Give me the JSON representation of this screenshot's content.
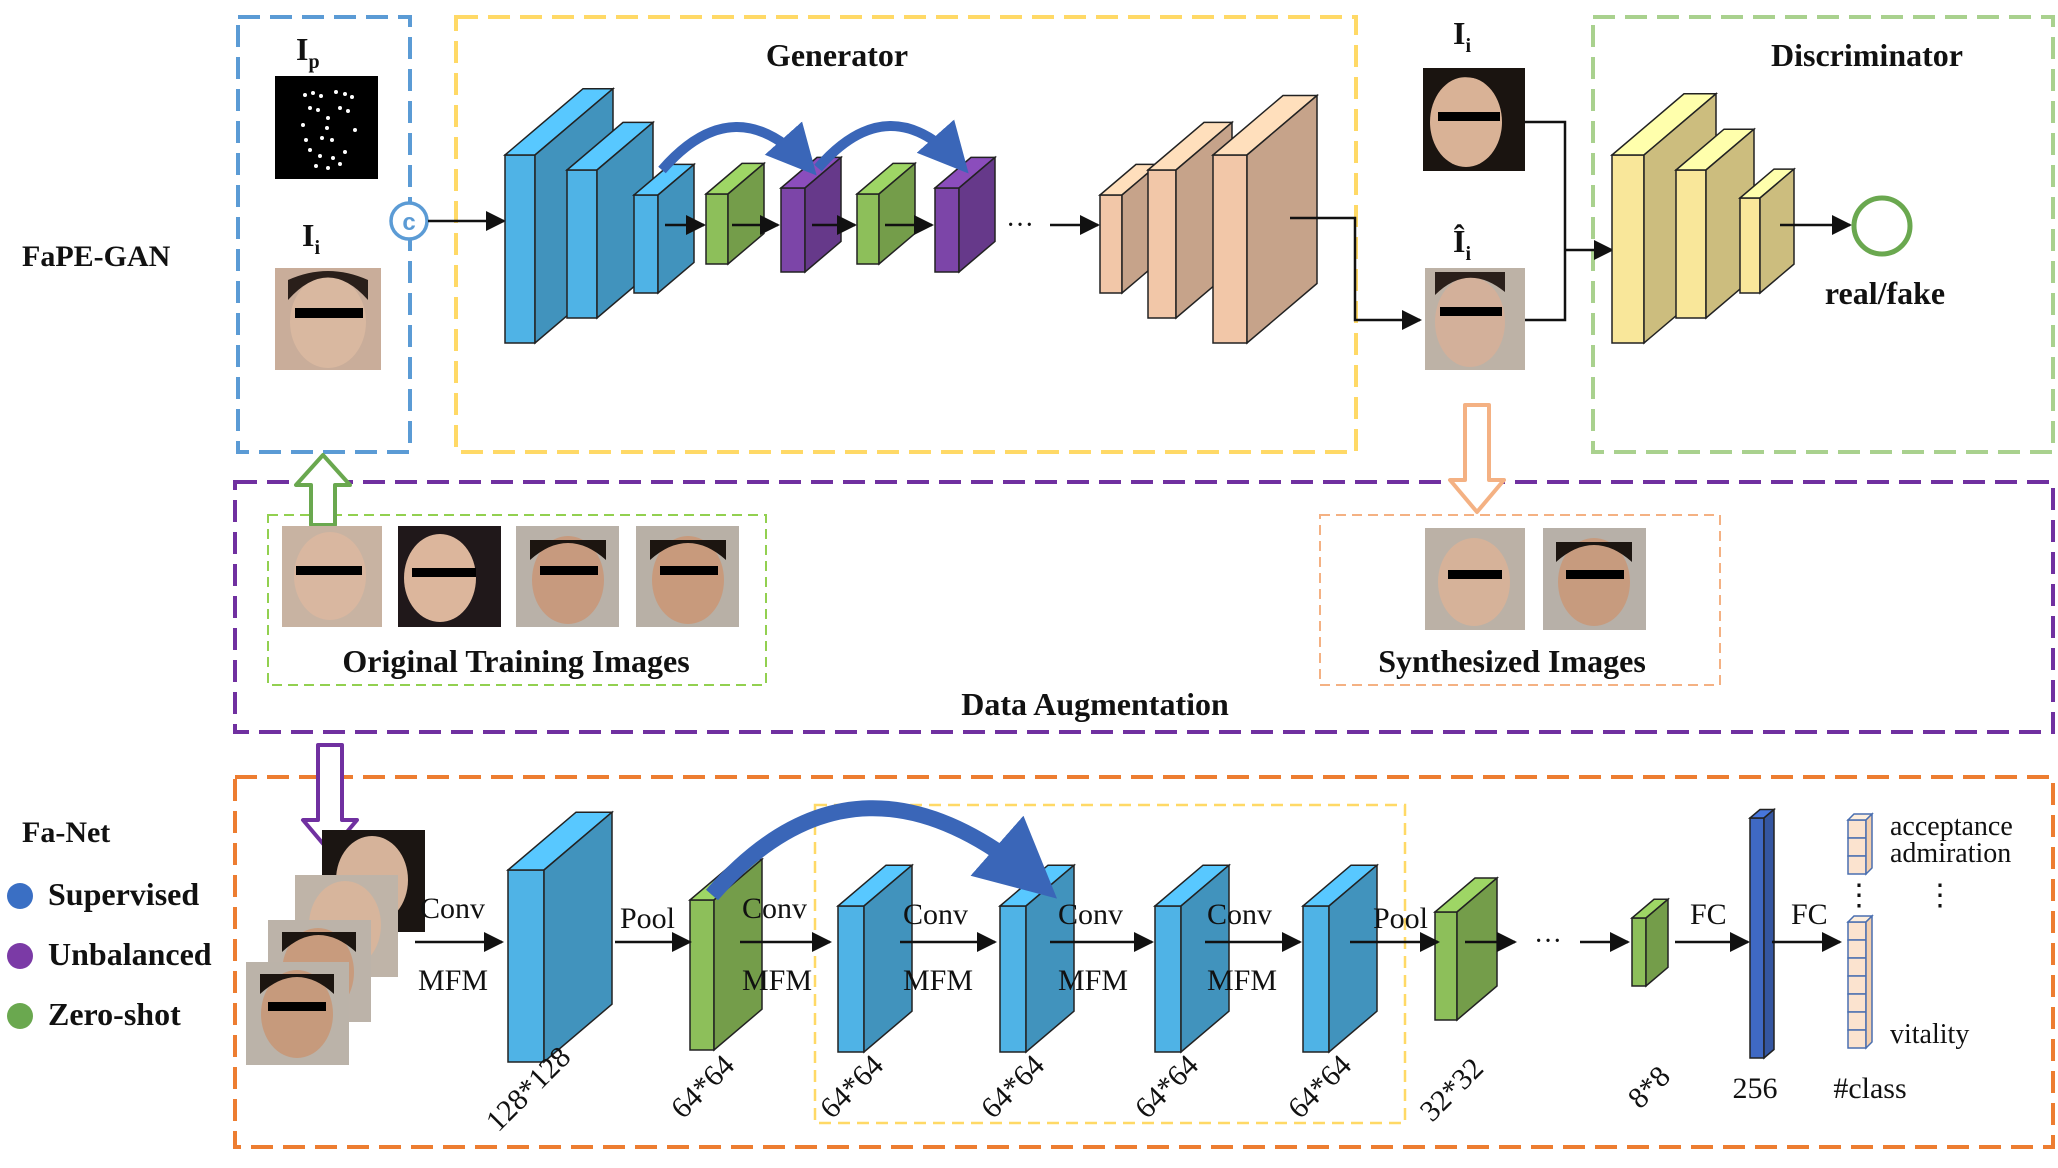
{
  "fape_gan": {
    "title": "FaPE-GAN",
    "input_pose_label": "I",
    "input_pose_sub": "p",
    "input_image_label": "I",
    "input_image_sub": "i",
    "concat_symbol": "c",
    "generator_title": "Generator",
    "ellipsis": "···",
    "real_image_label": "I",
    "real_image_sub": "i",
    "synth_image_label": "Î",
    "synth_image_sub": "i",
    "discriminator_title": "Discriminator",
    "output_label": "real/fake"
  },
  "augmentation": {
    "original_label": "Original Training Images",
    "synthesized_label": "Synthesized Images",
    "title": "Data Augmentation"
  },
  "fa_net": {
    "title": "Fa-Net",
    "legend": [
      {
        "label": "Supervised",
        "color": "#3a6fc4"
      },
      {
        "label": "Unbalanced",
        "color": "#7b3aa6"
      },
      {
        "label": "Zero-shot",
        "color": "#6aa84f"
      }
    ],
    "op_labels": {
      "conv1": "Conv",
      "mfm1": "MFM",
      "pool1": "Pool",
      "conv2": "Conv",
      "mfm2": "MFM",
      "conv3": "Conv",
      "mfm3": "MFM",
      "conv4": "Conv",
      "mfm4": "MFM",
      "conv5": "Conv",
      "mfm5": "MFM",
      "pool2": "Pool",
      "fc1": "FC",
      "fc2": "FC"
    },
    "sizes": {
      "s1": "128*128",
      "s2": "64*64",
      "s3": "64*64",
      "s4": "64*64",
      "s5": "64*64",
      "s6": "64*64",
      "s7": "32*32",
      "s8": "8*8",
      "s9": "256",
      "s10": "#class"
    },
    "ellipsis": "···",
    "vdots": "⋮",
    "classes": {
      "c1": "acceptance",
      "c2": "admiration",
      "last": "vitality"
    }
  },
  "colors": {
    "blue_box": "#5b9bd5",
    "yellow_box": "#ffd966",
    "green_box": "#a9d18e",
    "purple_box": "#7030a0",
    "orange_box": "#ed7d31",
    "light_green_box": "#92d050",
    "light_orange_box": "#f4b183",
    "layer_blue": "#4fb3e6",
    "layer_green": "#8dbf5a",
    "layer_purple": "#7c45a8",
    "layer_peach": "#f2c7a8",
    "layer_yellow": "#f9e79a",
    "layer_darkblue": "#3f69c4",
    "arrow_blue": "#3a66b8"
  }
}
